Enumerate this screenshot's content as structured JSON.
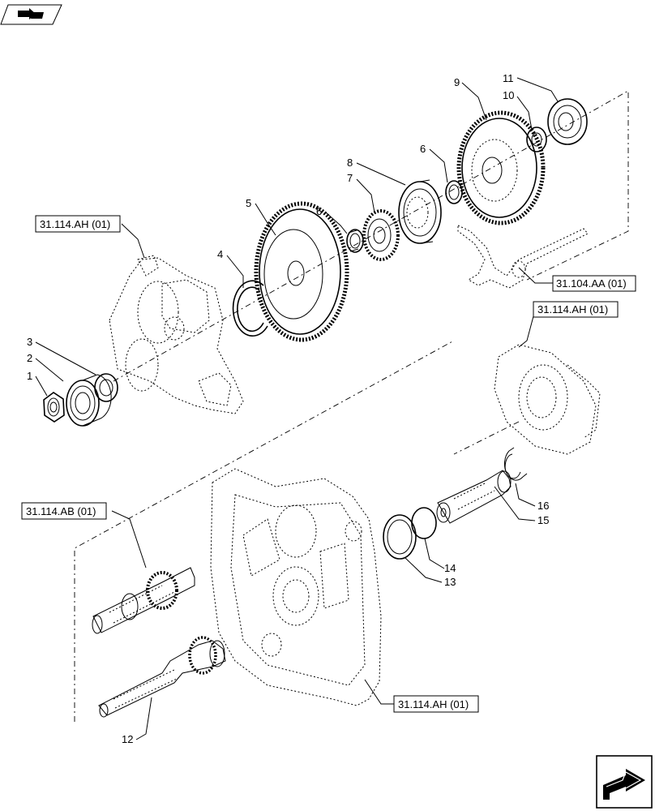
{
  "diagram": {
    "callouts": [
      "1",
      "2",
      "3",
      "4",
      "5",
      "6",
      "6",
      "7",
      "8",
      "9",
      "10",
      "11",
      "12",
      "13",
      "14",
      "15",
      "16"
    ],
    "references": [
      "31.114.AH (01)",
      "31.104.AA (01)",
      "31.114.AH (01)",
      "31.114.AB (01)",
      "31.114.AH (01)"
    ]
  },
  "icons": {
    "top_left": "view-icon",
    "bottom_right": "next-page-arrow-icon"
  }
}
